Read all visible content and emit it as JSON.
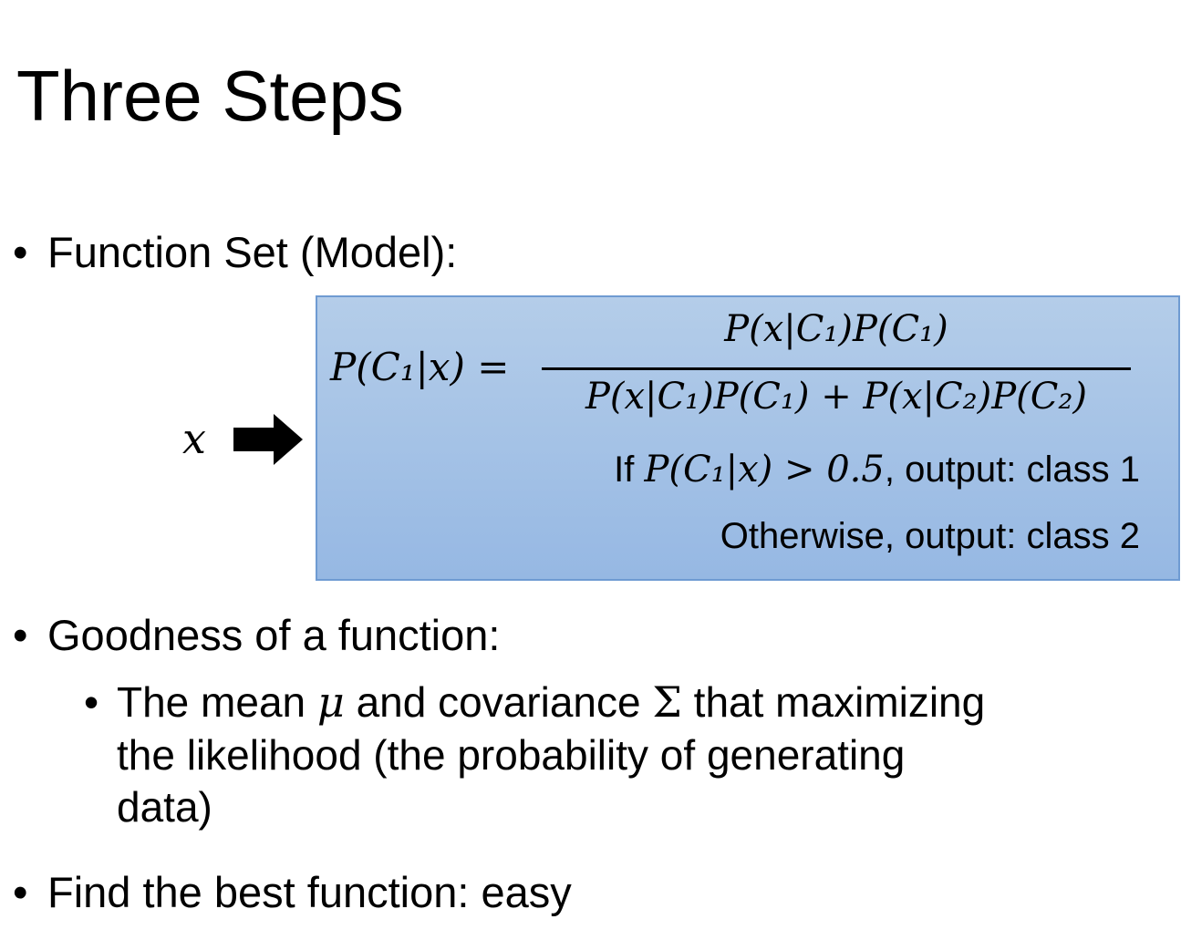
{
  "slide": {
    "title": "Three Steps",
    "bullet1": "Function Set (Model):",
    "input_symbol": "x",
    "formula": {
      "lhs": "P(C₁|x) =",
      "numerator": "P(x|C₁)P(C₁)",
      "denominator": "P(x|C₁)P(C₁) + P(x|C₂)P(C₂)"
    },
    "rule1": {
      "prefix": "If ",
      "condition": "P(C₁|x) > 0.5",
      "suffix": ", output: class 1"
    },
    "rule2": "Otherwise, output: class 2",
    "bullet2": "Goodness of a function:",
    "sub_bullet": {
      "part1": "The mean ",
      "mu": "μ",
      "part2": " and covariance ",
      "sigma": "Σ",
      "part3": " that maximizing",
      "line2": "the likelihood (the probability of generating",
      "line3": "data)"
    },
    "bullet3": "Find the best function: easy",
    "bullet_glyph": "•"
  },
  "colors": {
    "box_top": "#b4cde9",
    "box_bottom": "#96b8e3",
    "box_border": "#6f9bd2"
  }
}
